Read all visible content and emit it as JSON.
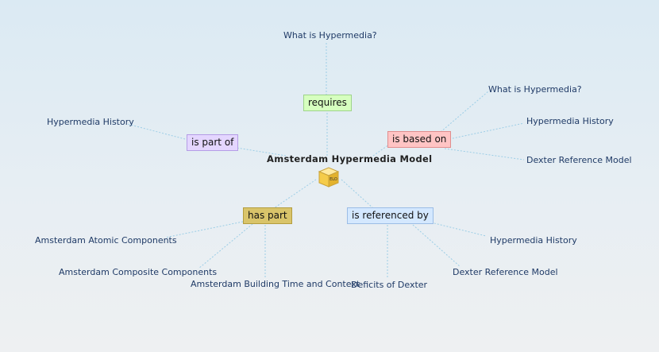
{
  "center": {
    "title": "Amsterdam Hypermedia Model",
    "icon_label": "ELO",
    "icon": "cube-icon"
  },
  "relations": {
    "requires": {
      "label": "requires",
      "targets": [
        "What is Hypermedia?"
      ]
    },
    "is_part_of": {
      "label": "is part of",
      "targets": [
        "Hypermedia History"
      ]
    },
    "is_based_on": {
      "label": "is based on",
      "targets": [
        "What is Hypermedia?",
        "Hypermedia History",
        "Dexter Reference Model"
      ]
    },
    "has_part": {
      "label": "has part",
      "targets": [
        "Amsterdam Atomic Components",
        "Amsterdam Composite Components",
        "Amsterdam Building Time and Context"
      ]
    },
    "is_referenced_by": {
      "label": "is referenced by",
      "targets": [
        "Deficits of Dexter",
        "Hypermedia History",
        "Dexter Reference Model"
      ]
    }
  },
  "colors": {
    "requires": "#d6ffbf",
    "is_part_of": "#e4d6ff",
    "is_based_on": "#ffc4c4",
    "has_part": "#d9c46a",
    "is_referenced_by": "#d4e8ff",
    "link": "#9ccde6"
  }
}
